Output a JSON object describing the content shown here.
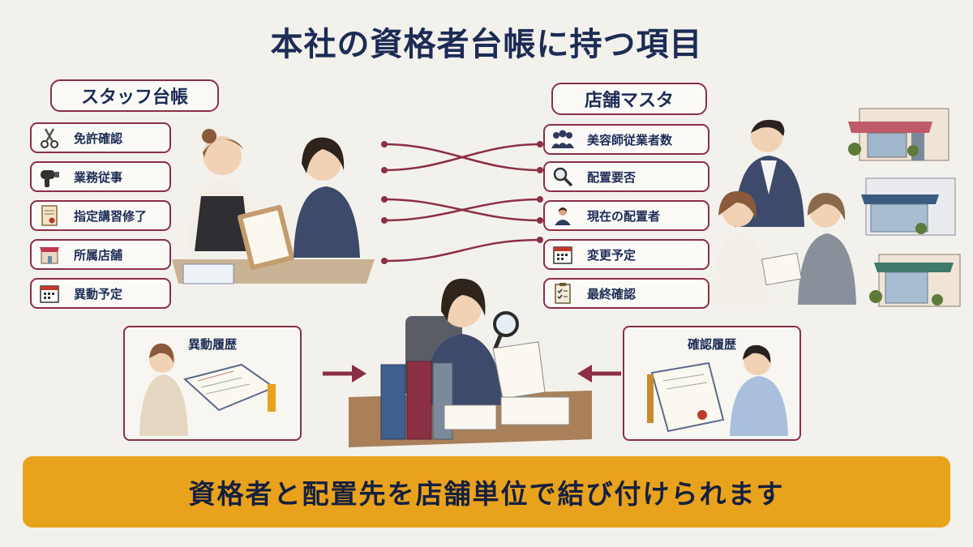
{
  "title": "本社の資格者台帳に持つ項目",
  "staff_ledger": {
    "heading": "スタッフ台帳",
    "items": [
      {
        "label": "免許確認",
        "icon": "scissors-icon"
      },
      {
        "label": "業務従事",
        "icon": "hair-dryer-icon"
      },
      {
        "label": "指定講習修了",
        "icon": "certificate-icon"
      },
      {
        "label": "所属店舗",
        "icon": "storefront-icon"
      },
      {
        "label": "異動予定",
        "icon": "calendar-icon"
      }
    ]
  },
  "store_master": {
    "heading": "店舗マスタ",
    "items": [
      {
        "label": "美容師従業者数",
        "icon": "people-group-icon"
      },
      {
        "label": "配置要否",
        "icon": "magnifier-icon"
      },
      {
        "label": "現在の配置者",
        "icon": "person-icon"
      },
      {
        "label": "変更予定",
        "icon": "calendar-icon"
      },
      {
        "label": "最終確認",
        "icon": "checklist-icon"
      }
    ]
  },
  "history_panels": {
    "transfer_history": "異動履歴",
    "confirmation_history": "確認履歴"
  },
  "banner": "資格者と配置先を店舗単位で結び付けられます",
  "colors": {
    "background": "#f3f1ec",
    "accent": "#8b2f45",
    "title": "#1c2c55",
    "banner": "#e9a21c"
  }
}
